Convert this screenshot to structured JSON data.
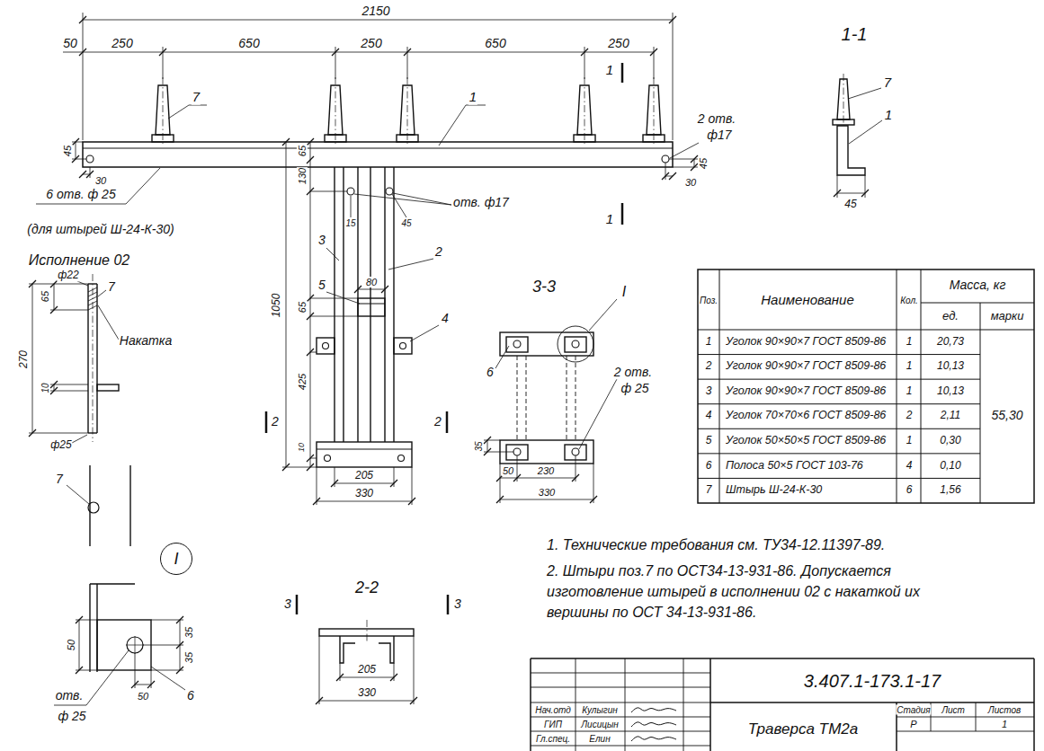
{
  "diagram": {
    "nodes": [
      {
        "text": [
          "I"
        ]
      }
    ],
    "labels": [
      "2150",
      "50",
      "250",
      "650",
      "250",
      "650",
      "250",
      "7",
      "1",
      "1",
      "2 отв.",
      "ф17",
      "45",
      "30",
      "45",
      "30",
      "6 отв. ф 25",
      "(для штырей Ш-24-К-30)",
      "1",
      "65",
      "130",
      "отв. ф17",
      "15",
      "45",
      "3",
      "2",
      "80",
      "5",
      "65",
      "4",
      "1050",
      "425",
      "2",
      "2",
      "10",
      "205",
      "330",
      "1-1",
      "7",
      "1",
      "45",
      "Исполнение 02",
      "ф22",
      "7",
      "65",
      "Накатка",
      "270",
      "10",
      "ф25",
      "7",
      "50",
      "35",
      "35",
      "50",
      "6",
      "отв.",
      "ф 25",
      "2-2",
      "3",
      "3",
      "205",
      "330",
      "3-3",
      "I",
      "6",
      "2 отв.",
      "ф 25",
      "35",
      "50",
      "230",
      "330",
      "Поз.",
      "Наименование",
      "Кол.",
      "Масса, кг",
      "ед.",
      "марки",
      "1",
      "Уголок 90×90×7 ГОСТ 8509-86",
      "1",
      "20,73",
      "2",
      "Уголок 90×90×7 ГОСТ 8509-86",
      "1",
      "10,13",
      "3",
      "Уголок 90×90×7 ГОСТ 8509-86",
      "1",
      "10,13",
      "4",
      "Уголок 70×70×6 ГОСТ 8509-86",
      "2",
      "2,11",
      "5",
      "Уголок 50×50×5 ГОСТ 8509-86",
      "1",
      "0,30",
      "6",
      "Полоса 50×5 ГОСТ 103-76",
      "4",
      "0,10",
      "7",
      "Штырь Ш-24-К-30",
      "6",
      "1,56",
      "55,30",
      "1. Технические требования см. ТУ34-12.11397-89.",
      "2. Штыри поз.7 по ОСТ34-13-931-86. Допускается изготовление штырей в исполнении 02 с накаткой их вершины по ОСТ 34-13-931-86.",
      "3.407.1-173.1-17",
      "Стадия",
      "Лист",
      "Листов",
      "Р",
      "1",
      "Нач.отд",
      "Кулыгин",
      "ГИП",
      "Лисицын",
      "Гл.спец.",
      "Елин",
      "Траверса ТМ2а"
    ]
  }
}
